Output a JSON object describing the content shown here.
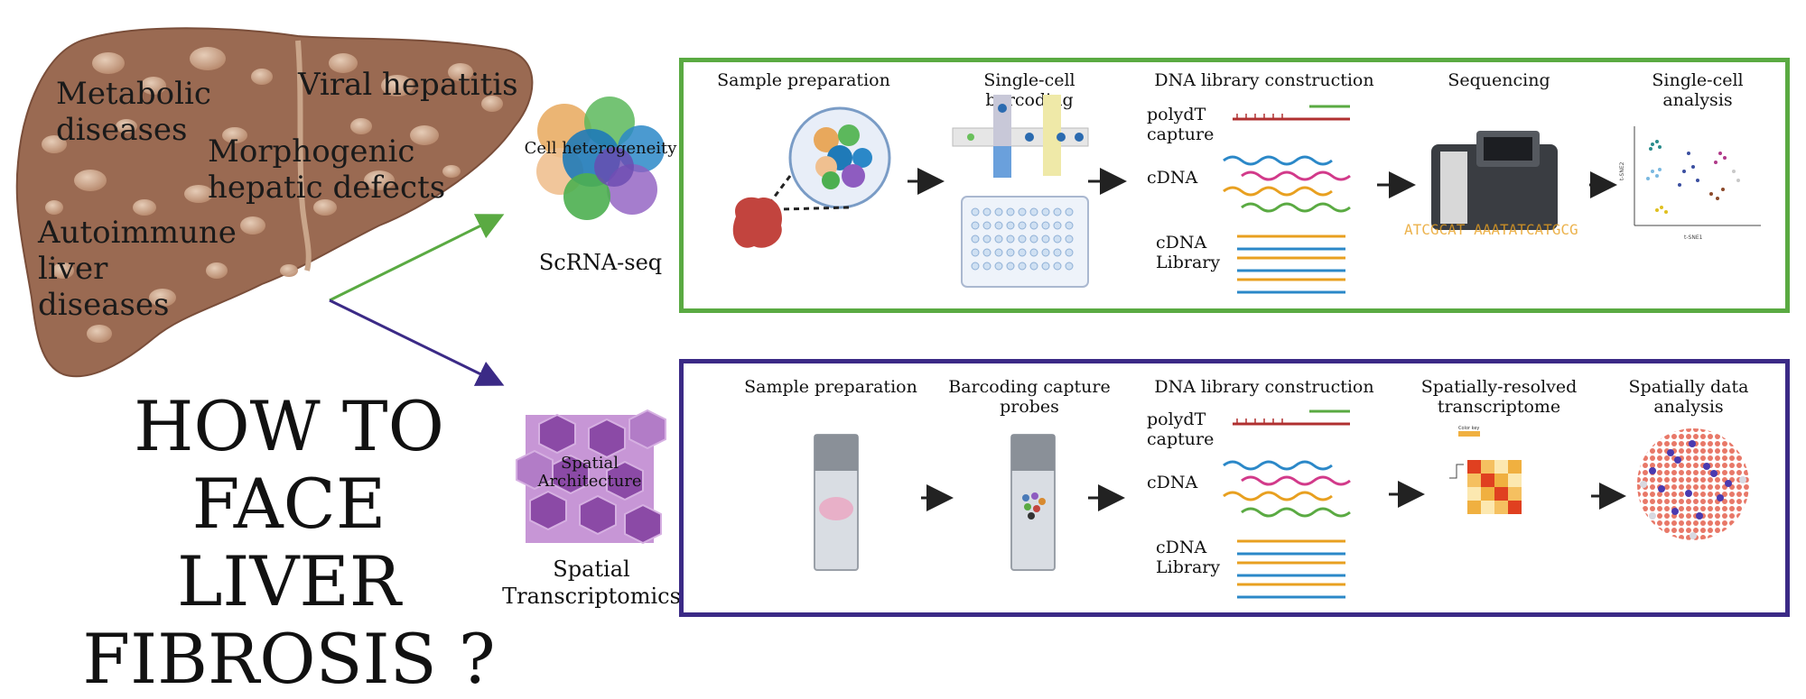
{
  "liver": {
    "conditions": [
      {
        "id": "metabolic",
        "text": "Metabolic\ndiseases"
      },
      {
        "id": "viral",
        "text": "Viral hepatitis"
      },
      {
        "id": "morpho",
        "text": "Morphogenic\nhepatic defects"
      },
      {
        "id": "autoimmune",
        "text": "Autoimmune\nliver\ndiseases"
      }
    ]
  },
  "question": "HOW TO FACE\nLIVER\nFIBROSIS ?",
  "techniques": {
    "scrna": {
      "label": "ScRNA-seq",
      "overlay": "Cell heterogeneity"
    },
    "spatial": {
      "label": "Spatial\nTranscriptomics",
      "overlay": "Spatial\nArchitecture"
    }
  },
  "scrna_panel": {
    "steps": [
      "Sample preparation",
      "Single-cell barcoding",
      "DNA library construction",
      "Sequencing",
      "Single-cell\nanalysis"
    ],
    "library": {
      "capture": "polydT\ncapture",
      "cdna": "cDNA",
      "cdna_library": "cDNA\nLibrary"
    },
    "sequence_text": "ATCGCAT AAATATCATGCG",
    "tsne_axis_x": "t-SNE1",
    "tsne_axis_y": "t-SNE2"
  },
  "spatial_panel": {
    "steps": [
      "Sample preparation",
      "Barcoding capture\nprobes",
      "DNA library construction",
      "Spatially-resolved\ntranscriptome",
      "Spatially data\nanalysis"
    ],
    "library": {
      "capture": "polydT\ncapture",
      "cdna": "cDNA",
      "cdna_library": "cDNA\nLibrary"
    },
    "heatmap_key": "Color key"
  },
  "colors": {
    "green_panel": "#5aaa42",
    "purple_panel": "#3b2a86",
    "liver": "#9a6a52",
    "liver_spot": "#c9a58a"
  }
}
